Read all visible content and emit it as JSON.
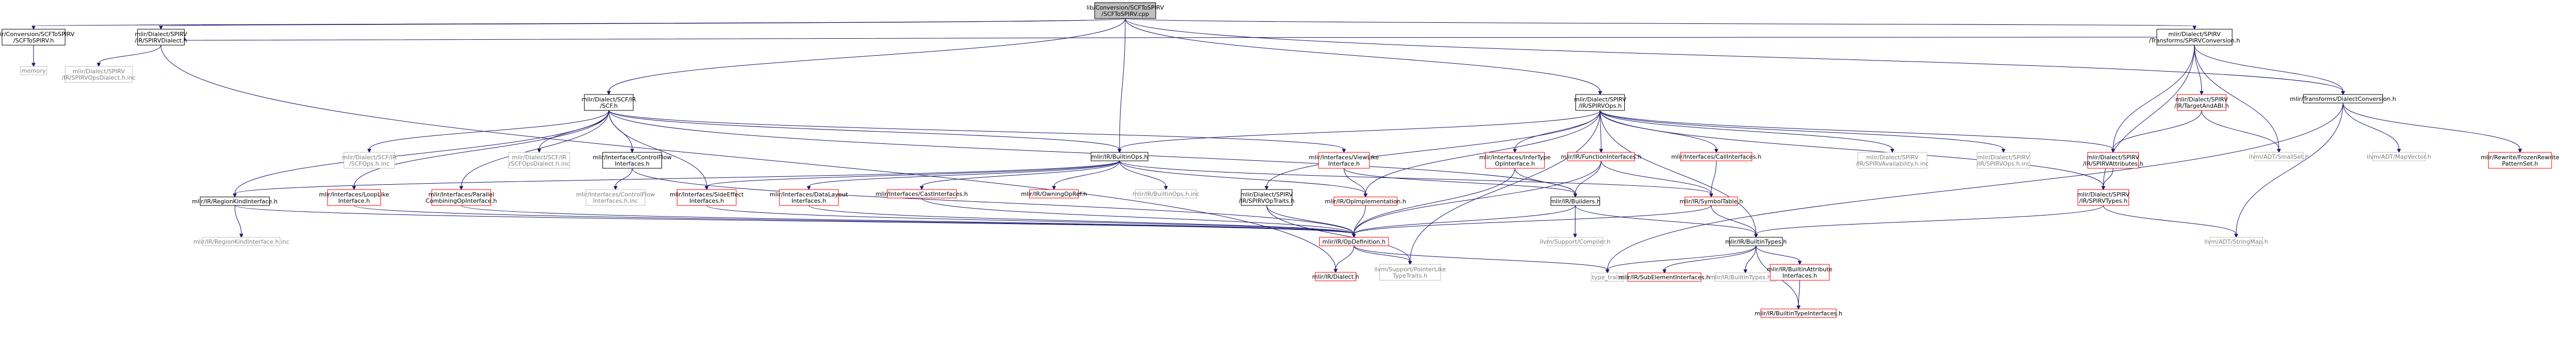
{
  "colors": {
    "root_fill": "#bfbfbf",
    "normal_stroke": "#000000",
    "linked_stroke": "#ff0000",
    "external_stroke": "#bfbfbf",
    "external_text": "#7f7f7f",
    "edge": "#191970"
  },
  "nodes": [
    {
      "id": "root",
      "lines": [
        "lib/Conversion/SCFToSPIRV",
        "/SCFToSPIRV.cpp"
      ],
      "kind": "root"
    },
    {
      "id": "scftospirvh",
      "lines": [
        "mlir/Conversion/SCFToSPIRV",
        "/SCFToSPIRV.h"
      ],
      "kind": "normal"
    },
    {
      "id": "memory",
      "lines": [
        "memory"
      ],
      "kind": "external"
    },
    {
      "id": "spirvdialect",
      "lines": [
        "mlir/Dialect/SPIRV",
        "/IR/SPIRVDialect.h"
      ],
      "kind": "normal"
    },
    {
      "id": "spirvopsdialectinc",
      "lines": [
        "mlir/Dialect/SPIRV",
        "/IR/SPIRVOpsDialect.h.inc"
      ],
      "kind": "external"
    },
    {
      "id": "scfh",
      "lines": [
        "mlir/Dialect/SCF/IR",
        "/SCF.h"
      ],
      "kind": "normal"
    },
    {
      "id": "scfopshinc",
      "lines": [
        "mlir/Dialect/SCF/IR",
        "/SCFOps.h.inc"
      ],
      "kind": "external"
    },
    {
      "id": "scfopsdialectinc",
      "lines": [
        "mlir/Dialect/SCF/IR",
        "/SCFOpsDialect.h.inc"
      ],
      "kind": "external"
    },
    {
      "id": "controlflowinterfaces",
      "lines": [
        "mlir/Interfaces/ControlFlow",
        "Interfaces.h"
      ],
      "kind": "normal"
    },
    {
      "id": "controlflowinc",
      "lines": [
        "mlir/Interfaces/ControlFlow",
        "Interfaces.h.inc"
      ],
      "kind": "external"
    },
    {
      "id": "regionkind",
      "lines": [
        "mlir/IR/RegionKindInterface.h"
      ],
      "kind": "normal"
    },
    {
      "id": "regionkindinc",
      "lines": [
        "mlir/IR/RegionKindInterface.h.inc"
      ],
      "kind": "external"
    },
    {
      "id": "looplike",
      "lines": [
        "mlir/Interfaces/LoopLike",
        "Interface.h"
      ],
      "kind": "linked"
    },
    {
      "id": "parallelcomb",
      "lines": [
        "mlir/Interfaces/Parallel",
        "CombiningOpInterface.h"
      ],
      "kind": "linked"
    },
    {
      "id": "builtinops",
      "lines": [
        "mlir/IR/BuiltinOps.h"
      ],
      "kind": "normal"
    },
    {
      "id": "sideeffect",
      "lines": [
        "mlir/Interfaces/SideEffect",
        "Interfaces.h"
      ],
      "kind": "linked"
    },
    {
      "id": "datalayout",
      "lines": [
        "mlir/Interfaces/DataLayout",
        "Interfaces.h"
      ],
      "kind": "linked"
    },
    {
      "id": "castinterfaces",
      "lines": [
        "mlir/Interfaces/CastInterfaces.h"
      ],
      "kind": "linked"
    },
    {
      "id": "owningopref",
      "lines": [
        "mlir/IR/OwningOpRef.h"
      ],
      "kind": "linked"
    },
    {
      "id": "builtinopsinc",
      "lines": [
        "mlir/IR/BuiltinOps.h.inc"
      ],
      "kind": "external"
    },
    {
      "id": "viewlike",
      "lines": [
        "mlir/Interfaces/ViewLike",
        "Interface.h"
      ],
      "kind": "linked"
    },
    {
      "id": "opimpl",
      "lines": [
        "mlir/IR/OpImplementation.h"
      ],
      "kind": "linked"
    },
    {
      "id": "opdefinition",
      "lines": [
        "mlir/IR/OpDefinition.h"
      ],
      "kind": "linked"
    },
    {
      "id": "dialecth",
      "lines": [
        "mlir/IR/Dialect.h"
      ],
      "kind": "linked"
    },
    {
      "id": "pointerlike",
      "lines": [
        "llvm/Support/PointerLike",
        "TypeTraits.h"
      ],
      "kind": "external"
    },
    {
      "id": "typetraits",
      "lines": [
        "type_traits"
      ],
      "kind": "external"
    },
    {
      "id": "spirvoptraits",
      "lines": [
        "mlir/Dialect/SPIRV",
        "/IR/SPIRVOpTraits.h"
      ],
      "kind": "normal"
    },
    {
      "id": "spirvopsh",
      "lines": [
        "mlir/Dialect/SPIRV",
        "/IR/SPIRVOps.h"
      ],
      "kind": "normal"
    },
    {
      "id": "infertype",
      "lines": [
        "mlir/Interfaces/InferType",
        "OpInterface.h"
      ],
      "kind": "linked"
    },
    {
      "id": "functioninterfaces",
      "lines": [
        "mlir/IR/FunctionInterfaces.h"
      ],
      "kind": "linked"
    },
    {
      "id": "callinterfaces",
      "lines": [
        "mlir/Interfaces/CallInterfaces.h"
      ],
      "kind": "linked"
    },
    {
      "id": "builders",
      "lines": [
        "mlir/IR/Builders.h"
      ],
      "kind": "normal"
    },
    {
      "id": "symboltable",
      "lines": [
        "mlir/IR/SymbolTable.h"
      ],
      "kind": "linked"
    },
    {
      "id": "compilerh",
      "lines": [
        "llvm/Support/Compiler.h"
      ],
      "kind": "external"
    },
    {
      "id": "builtintypes",
      "lines": [
        "mlir/IR/BuiltinTypes.h"
      ],
      "kind": "normal"
    },
    {
      "id": "subelement",
      "lines": [
        "mlir/IR/SubElementInterfaces.h"
      ],
      "kind": "linked"
    },
    {
      "id": "builtintypesinc",
      "lines": [
        "mlir/IR/BuiltinTypes.h.inc"
      ],
      "kind": "external"
    },
    {
      "id": "builtinattrif",
      "lines": [
        "mlir/IR/BuiltinAttribute",
        "Interfaces.h"
      ],
      "kind": "linked"
    },
    {
      "id": "builtintypeif",
      "lines": [
        "mlir/IR/BuiltinTypeInterfaces.h"
      ],
      "kind": "linked"
    },
    {
      "id": "spirvavail",
      "lines": [
        "mlir/Dialect/SPIRV",
        "/IR/SPIRVAvailability.h.inc"
      ],
      "kind": "external"
    },
    {
      "id": "spirvopshinc",
      "lines": [
        "mlir/Dialect/SPIRV",
        "/IR/SPIRVOps.h.inc"
      ],
      "kind": "external"
    },
    {
      "id": "spirvattrs",
      "lines": [
        "mlir/Dialect/SPIRV",
        "/IR/SPIRVAttributes.h"
      ],
      "kind": "linked"
    },
    {
      "id": "spirvtypes",
      "lines": [
        "mlir/Dialect/SPIRV",
        "/IR/SPIRVTypes.h"
      ],
      "kind": "linked"
    },
    {
      "id": "stringmap",
      "lines": [
        "llvm/ADT/StringMap.h"
      ],
      "kind": "external"
    },
    {
      "id": "spirvconv",
      "lines": [
        "mlir/Dialect/SPIRV",
        "/Transforms/SPIRVConversion.h"
      ],
      "kind": "normal"
    },
    {
      "id": "targetandabi",
      "lines": [
        "mlir/Dialect/SPIRV",
        "/IR/TargetAndABI.h"
      ],
      "kind": "linked"
    },
    {
      "id": "smallset",
      "lines": [
        "llvm/ADT/SmallSet.h"
      ],
      "kind": "external"
    },
    {
      "id": "dialectconv",
      "lines": [
        "mlir/Transforms/DialectConversion.h"
      ],
      "kind": "normal"
    },
    {
      "id": "mapvector",
      "lines": [
        "llvm/ADT/MapVector.h"
      ],
      "kind": "external"
    },
    {
      "id": "frozenrewrite",
      "lines": [
        "mlir/Rewrite/FrozenRewrite",
        "PatternSet.h"
      ],
      "kind": "linked"
    }
  ]
}
